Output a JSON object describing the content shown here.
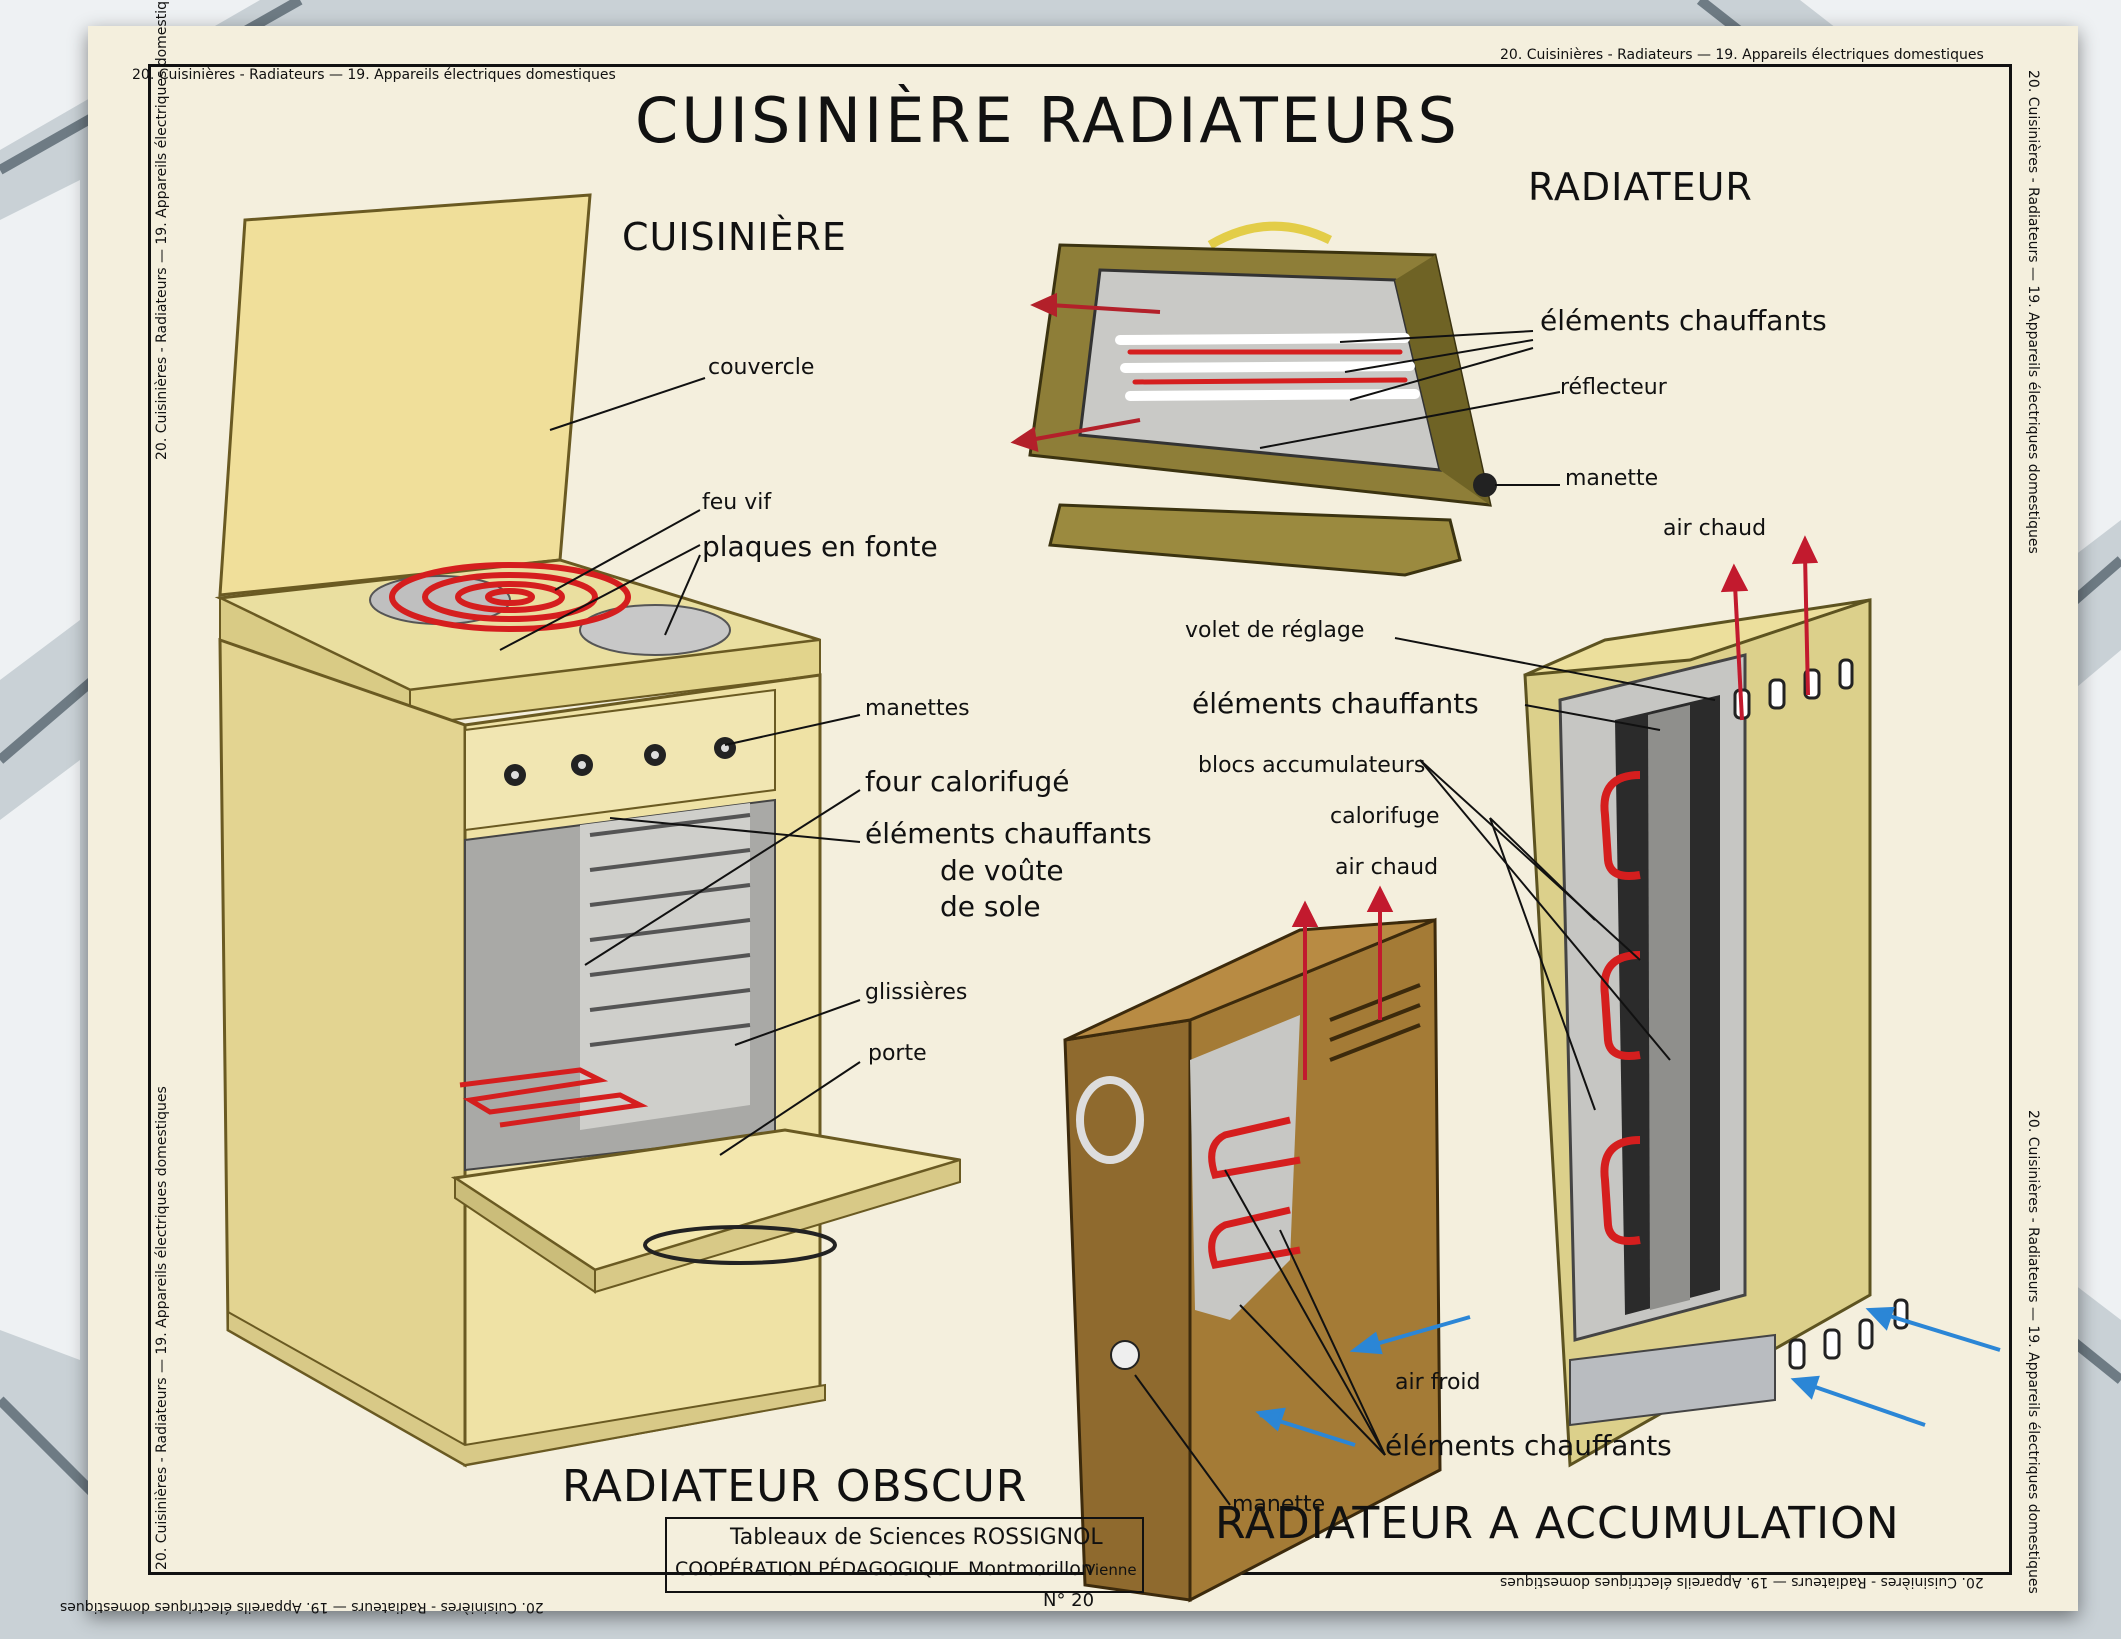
{
  "poster": {
    "title": "CUISINIÈRE   RADIATEURS",
    "series_caption": "20. Cuisinières - Radiateurs — 19. Appareils électriques domestiques",
    "number": "N° 20",
    "publisher": {
      "line1": "Tableaux de Sciences ROSSIGNOL",
      "line2": "COOPÉRATION PÉDAGOGIQUE",
      "line2b": "Montmorillon",
      "line2c": "Vienne"
    }
  },
  "cuisiniere": {
    "heading": "CUISINIÈRE",
    "labels": {
      "couvercle": "couvercle",
      "feu_vif": "feu vif",
      "plaques": "plaques en fonte",
      "manettes": "manettes",
      "four": "four calorifugé",
      "elements": "éléments chauffants",
      "voute": "de voûte",
      "sole": "de sole",
      "glissieres": "glissières",
      "porte": "porte"
    }
  },
  "radiateur": {
    "heading": "RADIATEUR",
    "labels": {
      "elements": "éléments chauffants",
      "reflecteur": "réflecteur",
      "manette": "manette"
    }
  },
  "radiateur_obscur": {
    "heading": "RADIATEUR OBSCUR",
    "labels": {
      "air_chaud": "air chaud",
      "air_froid": "air froid",
      "elements": "éléments chauffants",
      "manette": "manette"
    }
  },
  "radiateur_accumulation": {
    "heading": "RADIATEUR A ACCUMULATION",
    "labels": {
      "air_chaud": "air chaud",
      "volet": "volet de réglage",
      "elements": "éléments chauffants",
      "blocs": "blocs accumulateurs",
      "calorifuge": "calorifuge"
    }
  },
  "colors": {
    "poster_paper": "#f4efdd",
    "appliance_yellow": "#e9dc9a",
    "appliance_olive": "#8a7a33",
    "heating_red": "#d51e1e",
    "cold_air_blue": "#2b86d6"
  }
}
